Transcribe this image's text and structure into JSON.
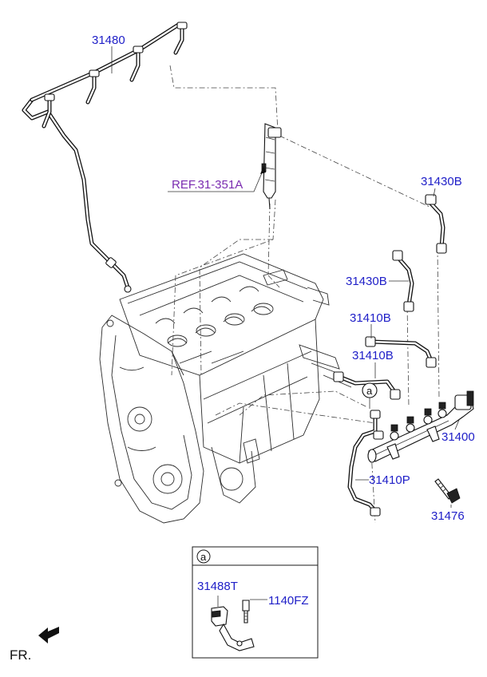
{
  "labels": {
    "return_hose": "31480",
    "injector_ref": "REF.31-351A",
    "pipe_upper_1": "31430B",
    "pipe_upper_2": "31430B",
    "pipe_mid_1": "31410B",
    "pipe_mid_2": "31410B",
    "common_rail": "31400",
    "pipe_feed": "31410P",
    "bolt": "31476",
    "circle_ref": "a"
  },
  "detail_box": {
    "header_circle": "a",
    "bracket": "31488T",
    "bolt": "1140FZ"
  },
  "front_marker": "FR.",
  "colors": {
    "part_number": "#2020c8",
    "reference": "#7a2bb0",
    "line_art": "#1a1a1a"
  }
}
